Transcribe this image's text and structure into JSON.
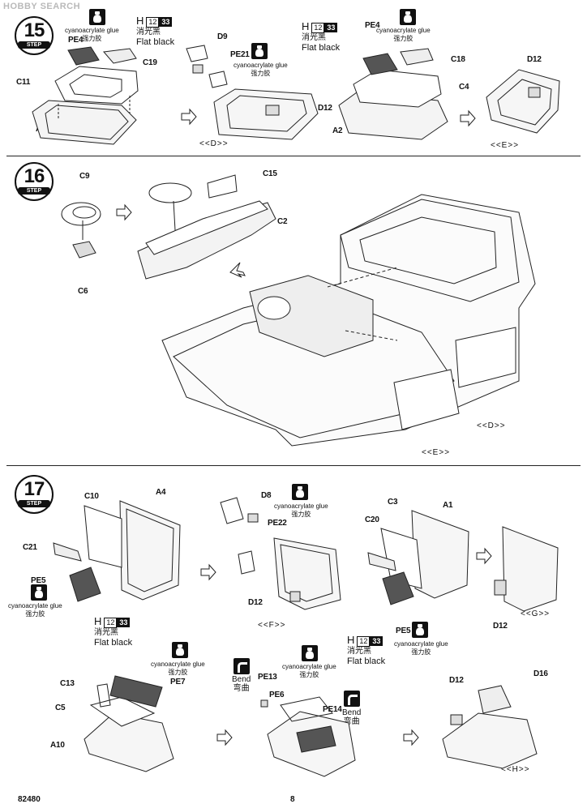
{
  "watermark": "HOBBY SEARCH",
  "steps": [
    {
      "number": "15",
      "word": "STEP"
    },
    {
      "number": "16",
      "word": "STEP"
    },
    {
      "number": "17",
      "word": "STEP"
    }
  ],
  "glue": {
    "en": "cyanoacrylate glue",
    "zh": "强力胶"
  },
  "paint": {
    "code": "H",
    "n1": "12",
    "n2": "33",
    "zh": "消光黑",
    "en": "Flat black"
  },
  "bend": {
    "en": "Bend",
    "zh": "弯曲"
  },
  "step15": {
    "labels": [
      "PE4",
      "C19",
      "C11",
      "A5",
      "D9",
      "PE21",
      "D12",
      "PE4",
      "C18",
      "C4",
      "A2",
      "D12"
    ],
    "markers": [
      "<<D>>",
      "<<E>>"
    ]
  },
  "step16": {
    "labels": [
      "C9",
      "C6",
      "C15",
      "C2"
    ],
    "markers": [
      "<<D>>",
      "<<E>>"
    ]
  },
  "step17": {
    "labels": [
      "C10",
      "A4",
      "C21",
      "PE5",
      "D8",
      "PE22",
      "D12",
      "C3",
      "A1",
      "C20",
      "PE5",
      "D12",
      "C13",
      "PE7",
      "C5",
      "A10",
      "PE13",
      "PE6",
      "PE14",
      "D12",
      "D16"
    ],
    "markers": [
      "<<F>>",
      "<<G>>",
      "<<H>>"
    ]
  },
  "footer": {
    "left": "82480",
    "center": "8"
  }
}
